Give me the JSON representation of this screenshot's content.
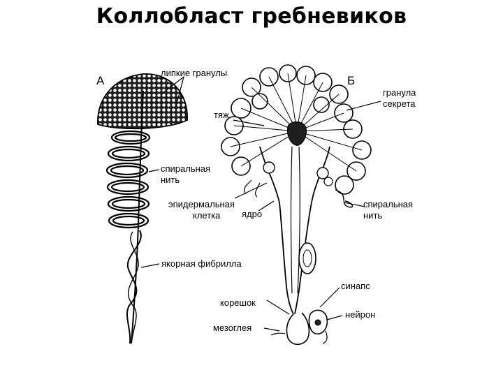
{
  "slide": {
    "title": "Коллобласт гребневиков"
  },
  "panels": {
    "a": "А",
    "b": "Б"
  },
  "labels": {
    "sticky_granules": "липкие гранулы",
    "spiral_thread_a_1": "спиральная",
    "spiral_thread_a_2": "нить",
    "anchor_fibril": "якорная фибрилла",
    "secretion_granule_1": "гранула",
    "secretion_granule_2": "секрета",
    "strand": "тяж",
    "epidermal_cell_1": "эпидермальная",
    "epidermal_cell_2": "клетка",
    "nucleus": "ядро",
    "spiral_thread_b_1": "спиральная",
    "spiral_thread_b_2": "нить",
    "synapse": "синапс",
    "rootlet": "корешок",
    "neuron": "нейрон",
    "mesoglea": "мезоглея"
  },
  "colors": {
    "ink": "#000000",
    "background": "#ffffff",
    "cap_fill": "#2a2a2a"
  }
}
